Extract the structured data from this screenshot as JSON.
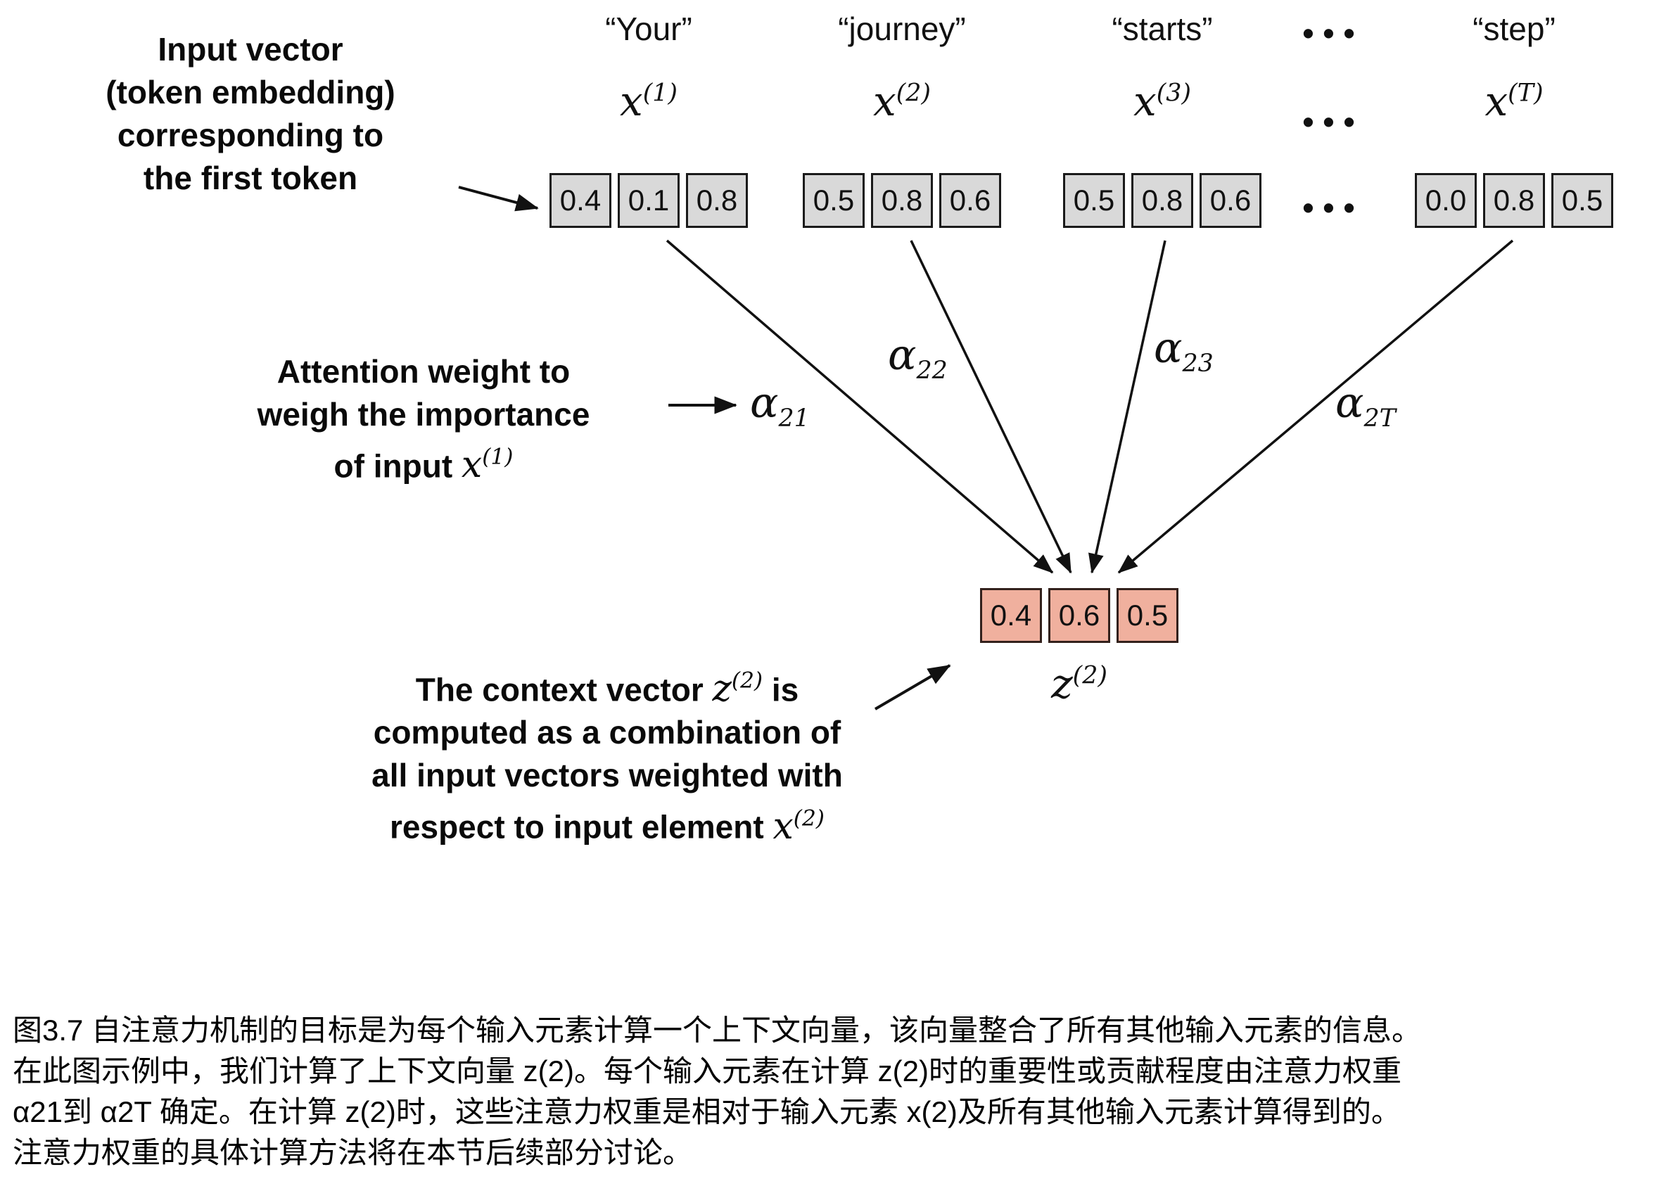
{
  "figure": {
    "tokens": [
      {
        "word": "“Your”",
        "symbol": {
          "base": "x",
          "sup": "(1)"
        },
        "values": [
          "0.4",
          "0.1",
          "0.8"
        ]
      },
      {
        "word": "“journey”",
        "symbol": {
          "base": "x",
          "sup": "(2)"
        },
        "values": [
          "0.5",
          "0.8",
          "0.6"
        ]
      },
      {
        "word": "“starts”",
        "symbol": {
          "base": "x",
          "sup": "(3)"
        },
        "values": [
          "0.5",
          "0.8",
          "0.6"
        ]
      },
      {
        "word": "“step”",
        "symbol": {
          "base": "x",
          "sup": "(T)"
        },
        "values": [
          "0.0",
          "0.8",
          "0.5"
        ]
      }
    ],
    "ellipsis": "•••",
    "attention_weights": [
      {
        "base": "α",
        "sub": "21"
      },
      {
        "base": "α",
        "sub": "22"
      },
      {
        "base": "α",
        "sub": "23"
      },
      {
        "base": "α",
        "sub": "2T"
      }
    ],
    "context_vector": {
      "values": [
        "0.4",
        "0.6",
        "0.5"
      ],
      "symbol": {
        "base": "z",
        "sup": "(2)"
      }
    },
    "labels": {
      "input_vector": {
        "lines": [
          "Input vector",
          "(token embedding)",
          "corresponding to",
          "the first token"
        ]
      },
      "attention_weight": {
        "line1": "Attention weight to",
        "line2": "weigh the importance",
        "line3_prefix": "of input ",
        "line3_math": {
          "base": "x",
          "sup": "(1)"
        }
      },
      "context": {
        "line1_prefix": "The context vector ",
        "line1_math": {
          "base": "z",
          "sup": "(2)"
        },
        "line1_suffix": " is",
        "line2": "computed as a combination of",
        "line3": "all input vectors weighted with",
        "line4_prefix": "respect to input element ",
        "line4_math": {
          "base": "x",
          "sup": "(2)"
        }
      }
    },
    "colors": {
      "embedding_box": "#d9d9d9",
      "context_box": "#f0b09e",
      "border": "#1a1a1a"
    }
  },
  "caption": {
    "lines": [
      "图3.7 自注意力机制的目标是为每个输入元素计算一个上下文向量，该向量整合了所有其他输入元素的信息。",
      "在此图示例中，我们计算了上下文向量 z(2)。每个输入元素在计算 z(2)时的重要性或贡献程度由注意力权重",
      "α21到 α2T 确定。在计算 z(2)时，这些注意力权重是相对于输入元素 x(2)及所有其他输入元素计算得到的。",
      "注意力权重的具体计算方法将在本节后续部分讨论。"
    ]
  }
}
